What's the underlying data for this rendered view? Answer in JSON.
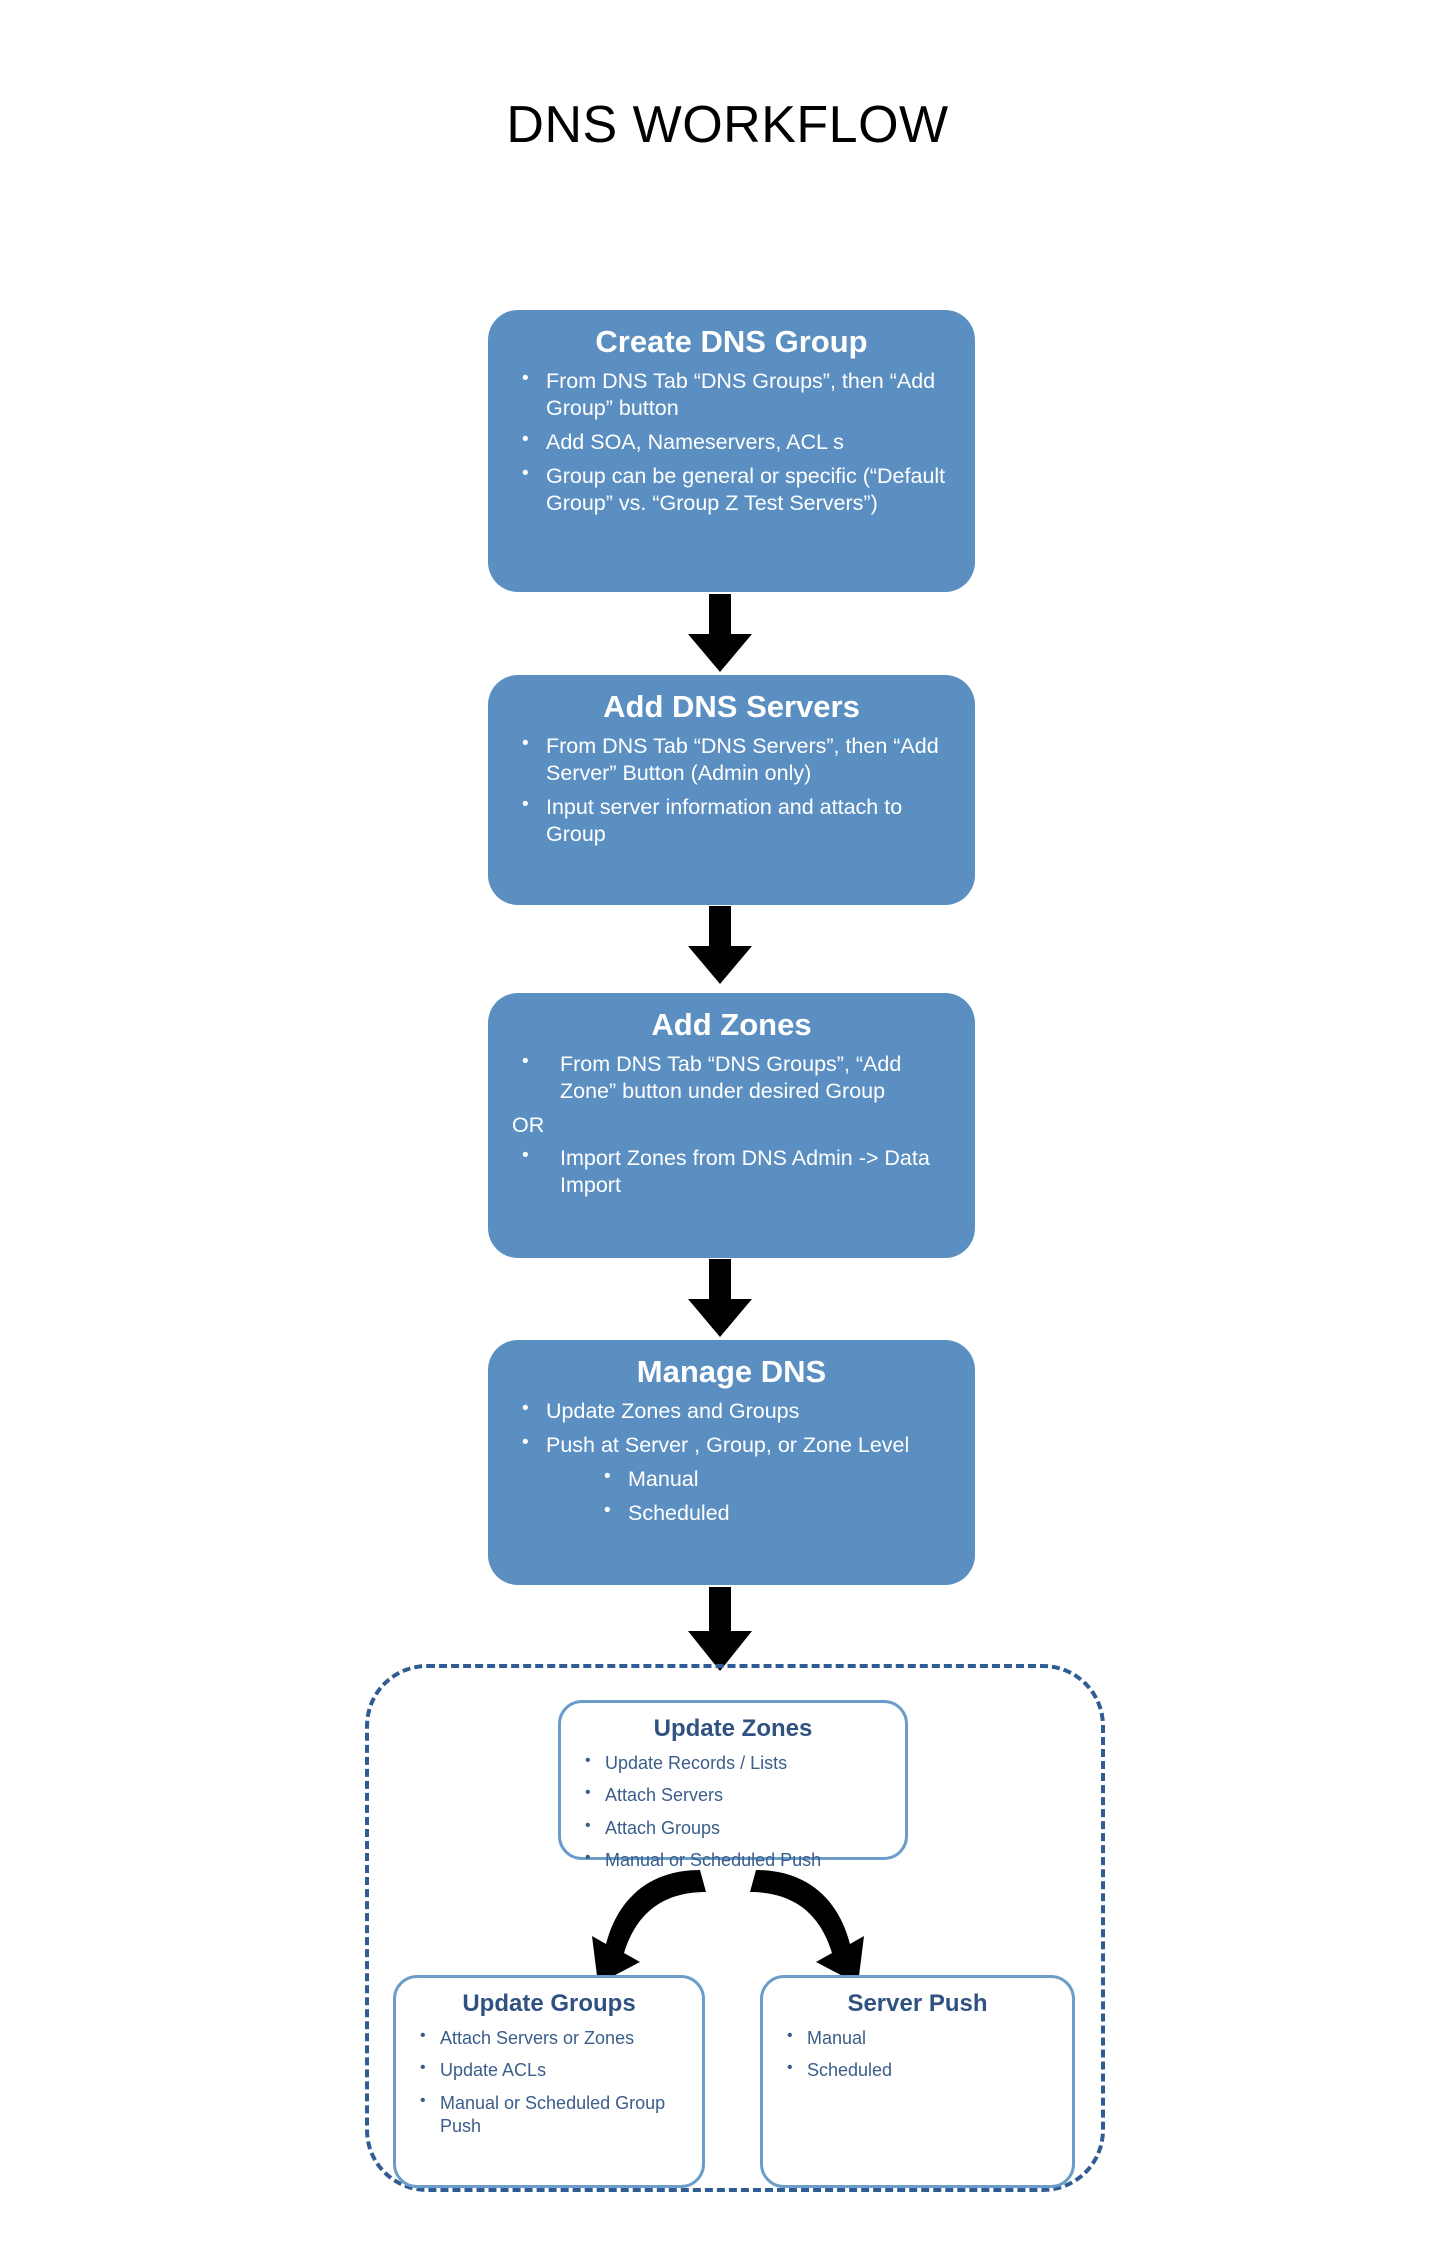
{
  "page": {
    "title": "DNS WORKFLOW",
    "accent_fill": "#5b8fc2",
    "outline_color": "#6b9dc8",
    "dashed_color": "#2f5c92",
    "arrow_color": "#000000",
    "background": "#ffffff"
  },
  "stages": [
    {
      "title": "Create DNS Group",
      "bullets": [
        "From DNS Tab “DNS Groups”, then “Add Group” button",
        "Add SOA, Nameservers, ACL s",
        "Group can be general or specific (“Default Group” vs. “Group Z Test Servers”)"
      ]
    },
    {
      "title": "Add DNS Servers",
      "bullets": [
        "From DNS Tab “DNS Servers”, then “Add Server” Button (Admin only)",
        "Input server information and attach to Group"
      ]
    },
    {
      "title": "Add  Zones",
      "bullets_before_or": [
        "From DNS Tab “DNS Groups”, “Add Zone” button under desired Group"
      ],
      "or_label": "OR",
      "bullets_after_or": [
        "Import Zones from DNS Admin -> Data Import"
      ]
    },
    {
      "title": "Manage DNS",
      "bullets": [
        "Update Zones and Groups",
        "Push at Server , Group, or Zone Level"
      ],
      "sub_bullets": [
        "Manual",
        "Scheduled"
      ]
    }
  ],
  "detail_group": {
    "update_zones": {
      "title": "Update Zones",
      "bullets": [
        "Update Records / Lists",
        "Attach Servers",
        "Attach Groups",
        "Manual or Scheduled Push"
      ]
    },
    "update_groups": {
      "title": "Update Groups",
      "bullets": [
        "Attach Servers or Zones",
        "Update ACLs",
        "Manual or Scheduled Group Push"
      ]
    },
    "server_push": {
      "title": "Server Push",
      "bullets": [
        "Manual",
        "Scheduled"
      ]
    }
  },
  "connectors": [
    {
      "name": "arrow-create-to-servers"
    },
    {
      "name": "arrow-servers-to-zones"
    },
    {
      "name": "arrow-zones-to-manage"
    },
    {
      "name": "arrow-manage-to-update-zones"
    },
    {
      "name": "arrow-update-zones-to-update-groups"
    },
    {
      "name": "arrow-update-zones-to-server-push"
    }
  ]
}
